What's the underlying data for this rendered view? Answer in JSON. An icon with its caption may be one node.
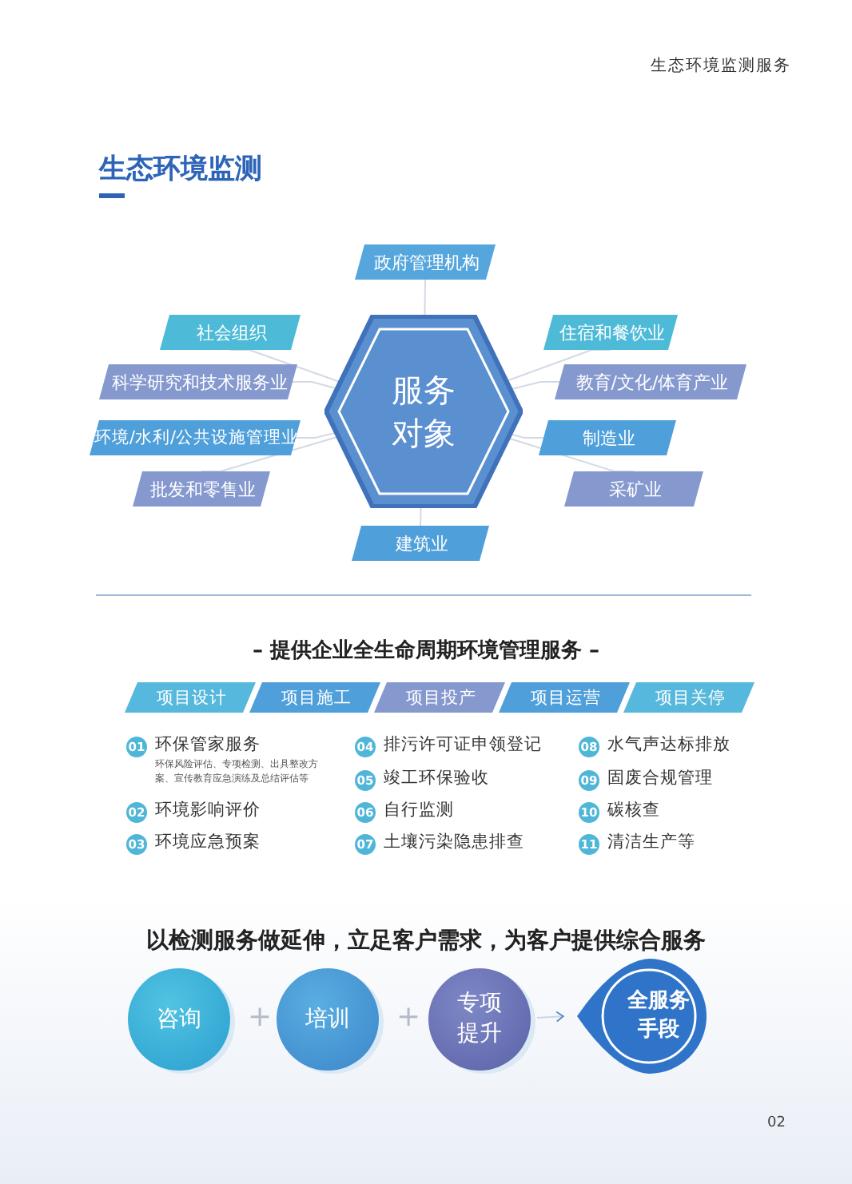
{
  "diagram": {
    "title": "生态环境监测",
    "nodes": [
      {
        "text": [
          "服务对象"
        ]
      },
      {
        "text": [
          "政府管理机构"
        ]
      },
      {
        "text": [
          "社会组织"
        ]
      },
      {
        "text": [
          "住宿和餐饮业"
        ]
      },
      {
        "text": [
          "科学研究和技术服务业"
        ]
      },
      {
        "text": [
          "教育/文化/体育产业"
        ]
      },
      {
        "text": [
          "环境/水利/公共设施管理业"
        ]
      },
      {
        "text": [
          "制造业"
        ]
      },
      {
        "text": [
          "批发和零售业"
        ]
      },
      {
        "text": [
          "采矿业"
        ]
      },
      {
        "text": [
          "建筑业"
        ]
      },
      {
        "text": [
          "项目设计"
        ]
      },
      {
        "text": [
          "项目施工"
        ]
      },
      {
        "text": [
          "项目投产"
        ]
      },
      {
        "text": [
          "项目运营"
        ]
      },
      {
        "text": [
          "项目关停"
        ]
      },
      {
        "text": [
          "01"
        ],
        "beside": [
          "环保管家服务",
          "环保风险评估、专项检测、出具整改方案、宣传教育应急演练及总结评估等"
        ]
      },
      {
        "text": [
          "02"
        ],
        "beside": [
          "环境影响评价"
        ]
      },
      {
        "text": [
          "03"
        ],
        "beside": [
          "环境应急预案"
        ]
      },
      {
        "text": [
          "04"
        ],
        "beside": [
          "排污许可证申领登记"
        ]
      },
      {
        "text": [
          "05"
        ],
        "beside": [
          "竣工环保验收"
        ]
      },
      {
        "text": [
          "06"
        ],
        "beside": [
          "自行监测"
        ]
      },
      {
        "text": [
          "07"
        ],
        "beside": [
          "土壤污染隐患排查"
        ]
      },
      {
        "text": [
          "08"
        ],
        "beside": [
          "水气声达标排放"
        ]
      },
      {
        "text": [
          "09"
        ],
        "beside": [
          "固废合规管理"
        ]
      },
      {
        "text": [
          "10"
        ],
        "beside": [
          "碳核查"
        ]
      },
      {
        "text": [
          "11"
        ],
        "beside": [
          "清洁生产等"
        ]
      },
      {
        "text": [
          "咨询"
        ]
      },
      {
        "text": [
          "培训"
        ]
      },
      {
        "text": [
          "专项提升"
        ]
      },
      {
        "text": [
          "全服务手段"
        ]
      }
    ],
    "edges": [
      {
        "from": 0,
        "to": 1,
        "arrow": "none"
      },
      {
        "from": 0,
        "to": 2,
        "arrow": "none"
      },
      {
        "from": 0,
        "to": 3,
        "arrow": "none"
      },
      {
        "from": 0,
        "to": 4,
        "arrow": "none"
      },
      {
        "from": 0,
        "to": 5,
        "arrow": "none"
      },
      {
        "from": 0,
        "to": 6,
        "arrow": "none"
      },
      {
        "from": 0,
        "to": 7,
        "arrow": "none"
      },
      {
        "from": 0,
        "to": 8,
        "arrow": "none"
      },
      {
        "from": 0,
        "to": 9,
        "arrow": "none"
      },
      {
        "from": 0,
        "to": 10,
        "arrow": "none"
      },
      {
        "from": 29,
        "to": 30,
        "arrow": "to"
      }
    ],
    "labels": [
      "生态环境监测服务",
      "– 提供企业全生命周期环境管理服务 –",
      "以检测服务做延伸，立足客户需求，为客户提供综合服务",
      "+",
      "+",
      "02"
    ]
  }
}
